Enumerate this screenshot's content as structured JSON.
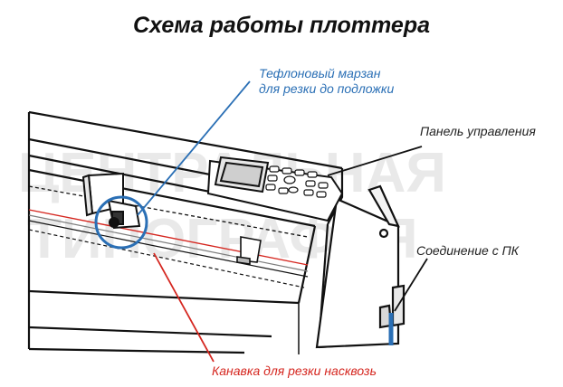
{
  "title": "Схема работы плоттера",
  "labels": {
    "teflon_line1": "Тефлоновый марзан",
    "teflon_line2": "для резки до подложки",
    "control_panel": "Панель управления",
    "pc_connection": "Соединение с ПК",
    "groove": "Канавка для резки насквозь"
  },
  "watermark": {
    "line1": "ЦЕНТРАЛЬНАЯ",
    "line2": "ТИПОГРАФИЯ"
  },
  "colors": {
    "blue": "#2a6fb5",
    "red": "#d5261f",
    "outline": "#111111"
  }
}
